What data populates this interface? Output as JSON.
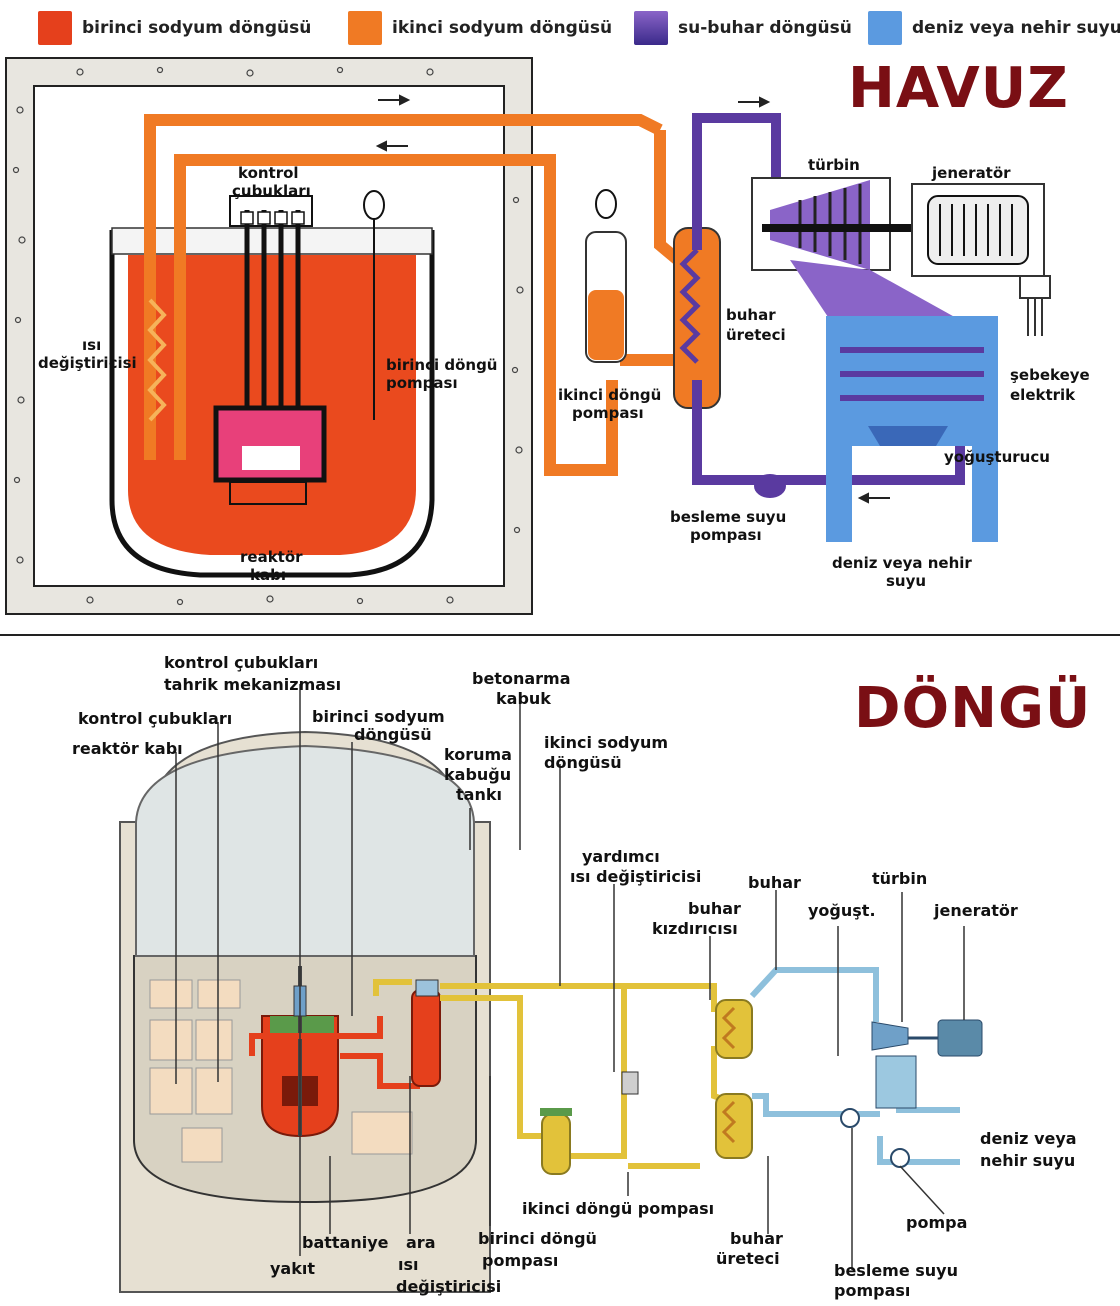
{
  "legend": [
    {
      "label": "birinci sodyum döngüsü",
      "color": "#e5401c"
    },
    {
      "label": "ikinci sodyum döngüsü",
      "color": "#f07a24"
    },
    {
      "label": "su-buhar döngüsü",
      "color": "#5a3aa0"
    },
    {
      "label": "deniz veya nehir suyu",
      "color": "#5b9ae0"
    }
  ],
  "top": {
    "title": "HAVUZ",
    "labels": {
      "kontrol": "kontrol",
      "cubuklari": "çubukları",
      "isi": "ısı",
      "degistiricisi": "değiştiricisi",
      "birinci_dongu": "birinci döngü",
      "pompasi": "pompası",
      "reaktor": "reaktör",
      "kabi": "kabı",
      "ikinci_dongu": "ikinci döngü",
      "ikinci_pompasi": "pompası",
      "buhar": "buhar",
      "ureteci": "üreteci",
      "turbin": "türbin",
      "jenerator": "jeneratör",
      "sebekeye": "şebekeye",
      "elektrik": "elektrik",
      "yogusturucu": "yoğuşturucu",
      "besleme_suyu": "besleme suyu",
      "besleme_pompasi": "pompası",
      "deniz_nehir": "deniz veya nehir",
      "suyu": "suyu"
    }
  },
  "bottom": {
    "title": "DÖNGÜ",
    "labels": {
      "tahrik1": "kontrol çubukları",
      "tahrik2": "tahrik mekanizması",
      "kontrol_cubuklari": "kontrol çubukları",
      "reaktor_kabi": "reaktör kabı",
      "birinci_sodyum1": "birinci sodyum",
      "birinci_sodyum2": "döngüsü",
      "betonarme1": "betonarma",
      "betonarme2": "kabuk",
      "koruma1": "koruma",
      "koruma2": "kabuğu",
      "koruma3": "tankı",
      "ikinci_sodyum1": "ikinci sodyum",
      "ikinci_sodyum2": "döngüsü",
      "yardimci1": "yardımcı",
      "yardimci2": "ısı değiştiricisi",
      "buhar": "buhar",
      "kizdirici1": "buhar",
      "kizdirici2": "kızdırıcısı",
      "turbin": "türbin",
      "yogust": "yoğuşt.",
      "jenerator": "jeneratör",
      "deniz1": "deniz veya",
      "deniz2": "nehir suyu",
      "pompa": "pompa",
      "besleme1": "besleme suyu",
      "besleme2": "pompası",
      "buhar_ureteci1": "buhar",
      "buhar_ureteci2": "üreteci",
      "ikinci_pompa": "ikinci döngü pompası",
      "birinci_pompa1": "birinci döngü",
      "birinci_pompa2": "pompası",
      "ara1": "ara",
      "ara2": "ısı",
      "ara3": "değiştiricisi",
      "battaniye": "battaniye",
      "yakit": "yakıt"
    }
  }
}
